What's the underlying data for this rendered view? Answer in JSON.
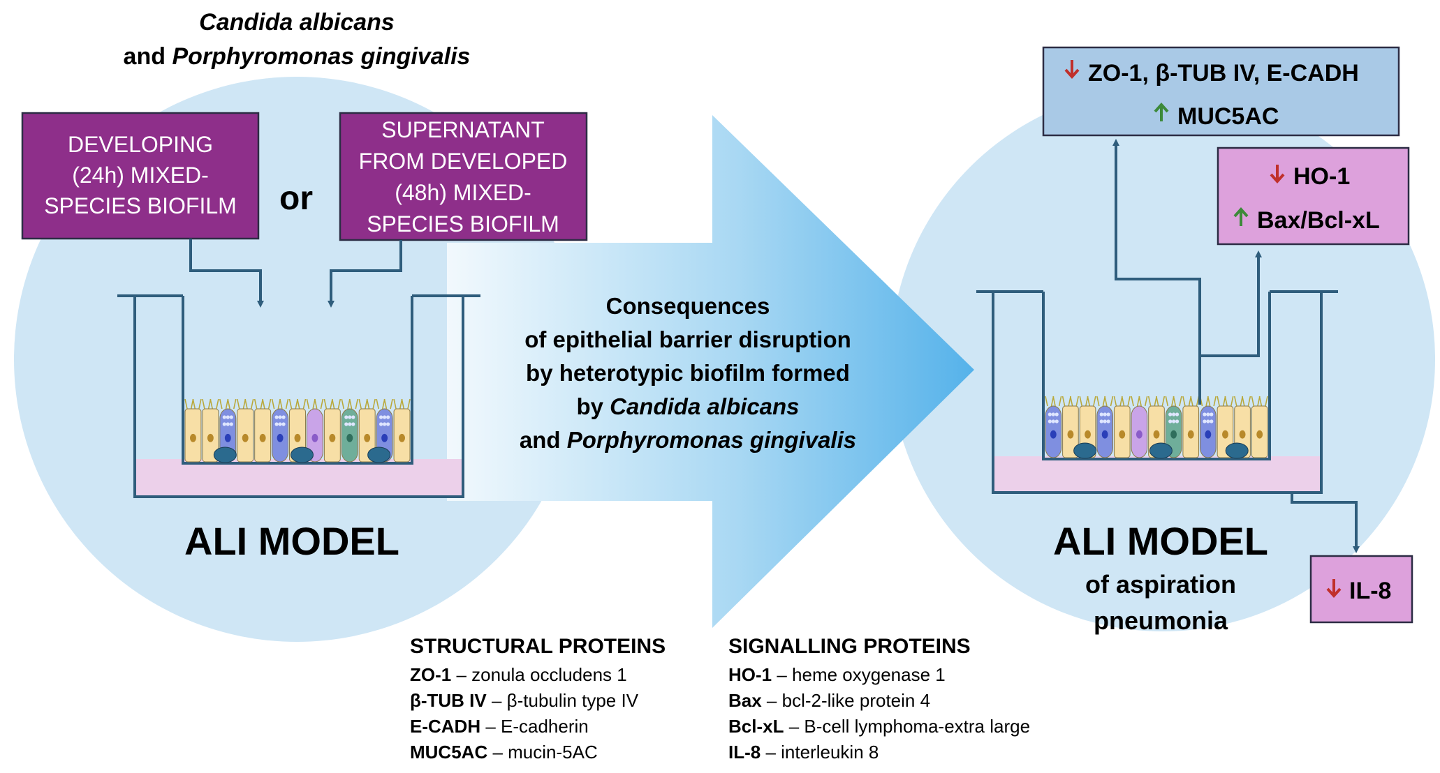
{
  "colors": {
    "circle": "#cfe6f5",
    "arrow_dark": "#5ab4ea",
    "arrow_light": "#eaf5fc",
    "purple_box": "#8e2f8a",
    "pink_box": "#dda1dc",
    "blue_box": "#a9c9e6",
    "line": "#2f5d7c",
    "membrane": "#ecd0ea",
    "down_arrow": "#c0302b",
    "up_arrow": "#3d8a3a"
  },
  "top_title": {
    "line1_italic": "Candida albicans",
    "line2_prefix": "and ",
    "line2_italic": "Porphyromonas gingivalis"
  },
  "left": {
    "box1": [
      "DEVELOPING",
      "(24h) MIXED-",
      "SPECIES BIOFILM"
    ],
    "or": "or",
    "box2": [
      "SUPERNATANT",
      "FROM DEVELOPED",
      "(48h) MIXED-",
      "SPECIES BIOFILM"
    ],
    "model_label": "ALI MODEL"
  },
  "center": {
    "line1": "Consequences",
    "line2": "of epithelial barrier disruption",
    "line3": "by heterotypic biofilm formed",
    "line4_prefix": "by ",
    "line4_italic": "Candida albicans",
    "line5_prefix": "and ",
    "line5_italic": "Porphyromonas gingivalis"
  },
  "right": {
    "model_label": "ALI MODEL",
    "sub1": "of aspiration",
    "sub2": "pneumonia",
    "box_structural": {
      "down": "ZO-1, β-TUB IV, E-CADH",
      "up": "MUC5AC"
    },
    "box_signal": {
      "down": "HO-1",
      "up": "Bax/Bcl-xL"
    },
    "box_il8": {
      "down": "IL-8"
    }
  },
  "legend": {
    "structural": {
      "title": "STRUCTURAL PROTEINS",
      "items": [
        {
          "abbr": "ZO-1",
          "desc": " – zonula occludens 1"
        },
        {
          "abbr": "β-TUB IV",
          "desc": " – β-tubulin type IV"
        },
        {
          "abbr": "E-CADH",
          "desc": " – E-cadherin"
        },
        {
          "abbr": "MUC5AC",
          "desc": " – mucin-5AC"
        }
      ]
    },
    "signalling": {
      "title": "SIGNALLING PROTEINS",
      "items": [
        {
          "abbr": "HO-1",
          "desc": " – heme oxygenase 1"
        },
        {
          "abbr": "Bax",
          "desc": " – bcl-2-like protein 4"
        },
        {
          "abbr": "Bcl-xL",
          "desc": " – B-cell lymphoma-extra large"
        },
        {
          "abbr": "IL-8",
          "desc": " – interleukin 8"
        }
      ]
    }
  }
}
